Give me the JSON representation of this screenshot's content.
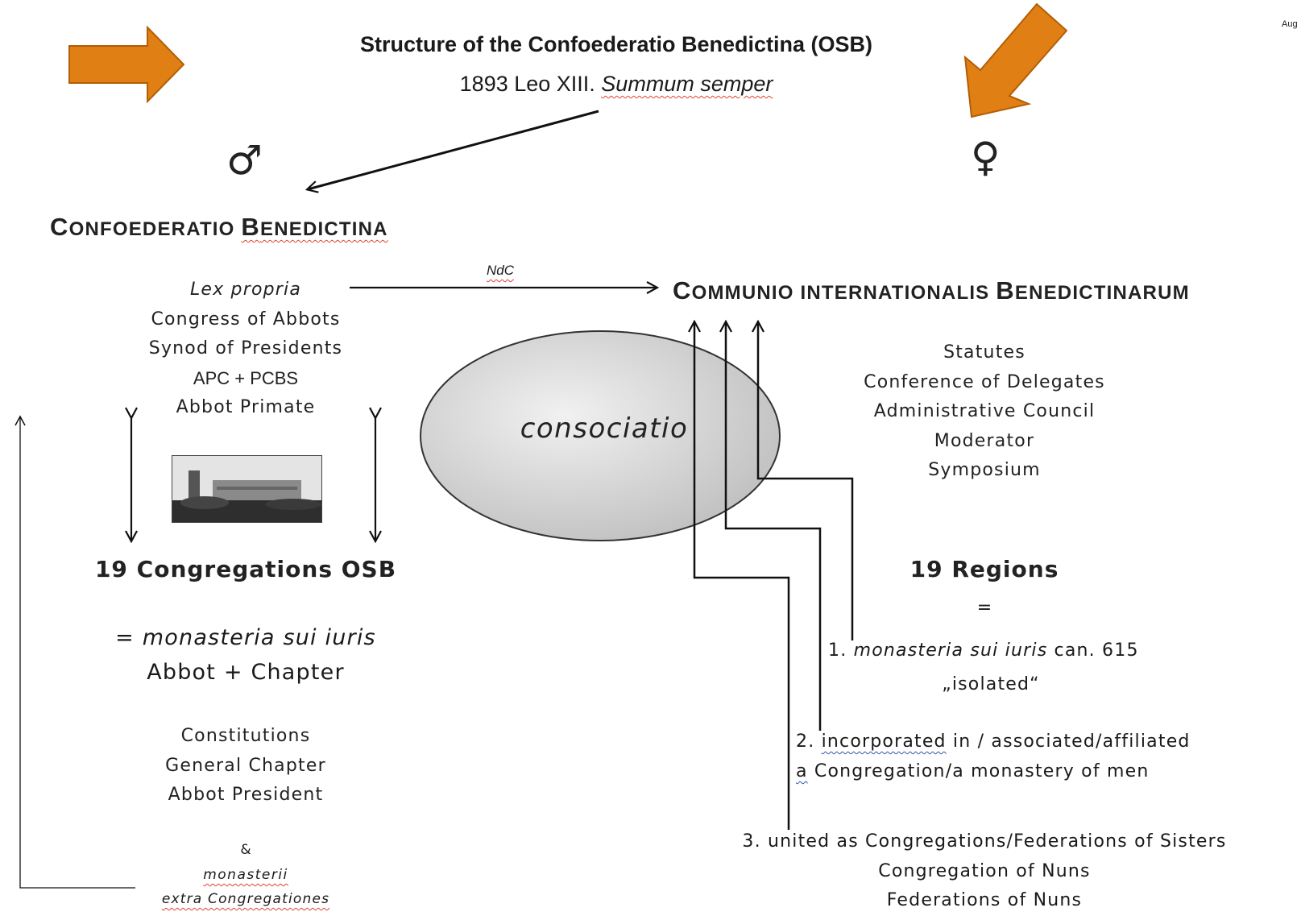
{
  "title": "Structure of the Confoederatio Benedictina (OSB)",
  "subtitle_prefix": "1893 Leo XIII. ",
  "subtitle_italic": "Summum semper",
  "corner_text": "Aug",
  "male_symbol": "♂",
  "female_symbol": "♀",
  "left": {
    "heading_c1": "C",
    "heading_r1": "ONFOEDERATIO ",
    "heading_c2": "B",
    "heading_r2": "ENEDICTINA",
    "organs": [
      "Lex propria",
      "Congress of Abbots",
      "Synod of Presidents",
      "APC + PCBS",
      "Abbot Primate"
    ],
    "congregations": "19 Congregations OSB",
    "definition_prefix": "= ",
    "definition_italic": "monasteria sui iuris",
    "abbot_chapter": "Abbot + Chapter",
    "congregation_organs": [
      "Constitutions",
      "General Chapter",
      "Abbot President"
    ],
    "ampersand": "&",
    "monasterii": "monasterii",
    "extra": "extra Congregationes"
  },
  "arrow_label": "NdC",
  "center_label": "consociatio",
  "right": {
    "heading_c1": "C",
    "heading_r1": "OMMUNIO INTERNATIONALIS ",
    "heading_c2": "B",
    "heading_r2": "ENEDICTINARUM",
    "organs": [
      "Statutes",
      "Conference of Delegates",
      "Administrative Council",
      "Moderator",
      "Symposium"
    ],
    "regions": "19 Regions",
    "equals": "=",
    "item1_num": "1. ",
    "item1_italic": "monasteria sui iuris",
    "item1_rest": " can. 615",
    "item1_note": "„isolated“",
    "item2_num": "2. ",
    "item2_word": "incorporated",
    "item2_rest": " in / associated/affiliated",
    "item2_line2_a": "a",
    "item2_line2_rest": " Congregation/a monastery of men",
    "item3_line1": "3. united as Congregations/Federations of Sisters",
    "item3_line2": "Congregation of Nuns",
    "item3_line3": "Federations of Nuns"
  },
  "colors": {
    "accent_arrow": "#e07f14",
    "ellipse_fill": "#d9d9d9",
    "line": "#111111"
  }
}
